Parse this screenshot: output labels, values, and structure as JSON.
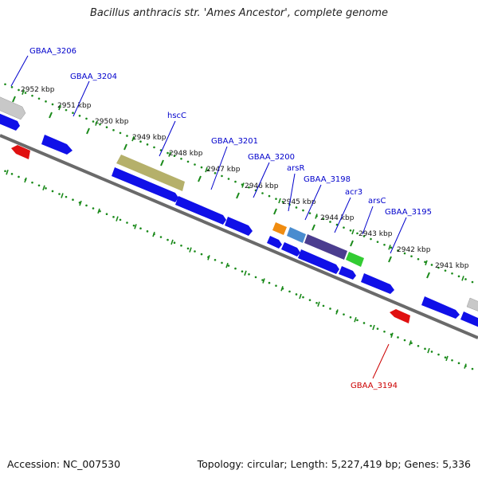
{
  "title": "Bacillus anthracis str. 'Ames Ancestor', complete genome",
  "footer": {
    "accession": "Accession: NC_007530",
    "summary": "Topology: circular; Length: 5,227,419 bp; Genes: 5,336"
  },
  "colors": {
    "backbone": "#777777",
    "ruler": "#1a8a1a",
    "forward_gene": "#1010e8",
    "reverse_gene": "#e01010",
    "label_blue": "#0000cc",
    "label_red": "#cc0000",
    "hscC": "#b5b06a",
    "arsR": "#4a8ccf",
    "acr3": "#4b3d8f",
    "arsC": "#33cc33",
    "orange": "#f08c10",
    "gray": "#c0c0c0"
  },
  "ticks": [
    {
      "label": "2952 kbp"
    },
    {
      "label": "2951 kbp"
    },
    {
      "label": "2950 kbp"
    },
    {
      "label": "2949 kbp"
    },
    {
      "label": "2948 kbp"
    },
    {
      "label": "2947 kbp"
    },
    {
      "label": "2946 kbp"
    },
    {
      "label": "2945 kbp"
    },
    {
      "label": "2944 kbp"
    },
    {
      "label": "2943 kbp"
    },
    {
      "label": "2942 kbp"
    },
    {
      "label": "2941 kbp"
    }
  ],
  "labels": [
    {
      "text": "GBAA_3206"
    },
    {
      "text": "GBAA_3204"
    },
    {
      "text": "hscC"
    },
    {
      "text": "GBAA_3201"
    },
    {
      "text": "GBAA_3200"
    },
    {
      "text": "arsR"
    },
    {
      "text": "GBAA_3198"
    },
    {
      "text": "acr3"
    },
    {
      "text": "arsC"
    },
    {
      "text": "GBAA_3195"
    },
    {
      "text": "GBAA_3194"
    }
  ]
}
